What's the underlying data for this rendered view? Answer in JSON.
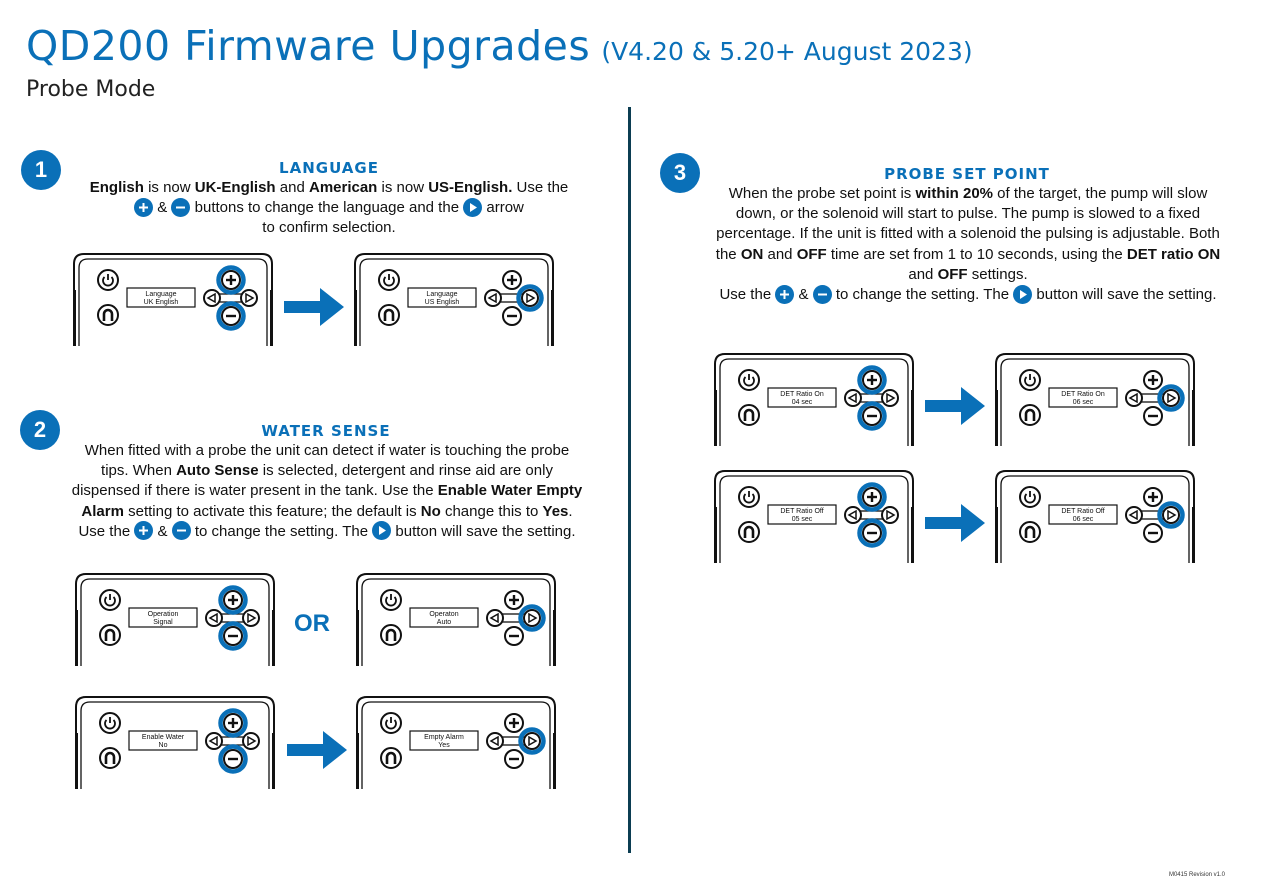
{
  "header": {
    "title": "QD200 Firmware Upgrades",
    "version": "(V4.20 & 5.20+ August 2023)",
    "subtitle": "Probe Mode"
  },
  "sections": {
    "language": {
      "number": "1",
      "heading": "LANGUAGE",
      "line1_b1": "English",
      "line1_t1": " is now ",
      "line1_b2": "UK-English",
      "line1_t2": " and ",
      "line1_b3": "American",
      "line1_t3": " is now ",
      "line1_b4": "US-English.",
      "line1_t4": " Use the",
      "line2_amp": "&",
      "line2_t1": "buttons to change the language and the",
      "line2_t2": "arrow",
      "line3": "to confirm selection."
    },
    "water_sense": {
      "number": "2",
      "heading": "WATER SENSE",
      "l1": "When fitted with a probe the unit can detect if water is touching the probe",
      "l2_t1": "tips. When ",
      "l2_b1": "Auto Sense",
      "l2_t2": " is selected, detergent and rinse aid are only",
      "l3_t1": "dispensed if there is water present in the tank. Use the ",
      "l3_b1": "Enable Water Empty",
      "l4_b1": "Alarm",
      "l4_t1": " setting to activate this feature; the default is ",
      "l4_b2": "No",
      "l4_t2": " change this to ",
      "l4_b3": "Yes",
      "l4_t3": ".",
      "l5_t1": "Use the",
      "l5_amp": "&",
      "l5_t2": "to change the setting. The",
      "l5_t3": "button will save the setting.",
      "or_label": "OR"
    },
    "probe_set_point": {
      "number": "3",
      "heading": "PROBE SET POINT",
      "l1_t1": "When the probe set point is ",
      "l1_b1": "within 20%",
      "l1_t2": " of the target, the pump will slow",
      "l2": "down, or the solenoid will start to pulse. The pump is slowed to a fixed",
      "l3": "percentage. If the unit is fitted with a solenoid the pulsing is adjustable. Both",
      "l4_t1": "the ",
      "l4_b1": "ON",
      "l4_t2": " and ",
      "l4_b2": "OFF",
      "l4_t3": " time are set from 1 to 10 seconds, using the ",
      "l4_b3": "DET ratio ON",
      "l5_t1": "and ",
      "l5_b1": "OFF",
      "l5_t2": " settings.",
      "l6_t1": "Use the",
      "l6_amp": "&",
      "l6_t2": "to change the setting. The",
      "l6_t3": "button will save the setting."
    }
  },
  "devices": {
    "lang_before": {
      "line1": "Language",
      "line2": "UK English"
    },
    "lang_after": {
      "line1": "Language",
      "line2": "US English"
    },
    "ws1": {
      "line1": "Operation",
      "line2": "Signal"
    },
    "ws2": {
      "line1": "Operaton",
      "line2": "Auto"
    },
    "ws3": {
      "line1": "Enable Water",
      "line2": "No"
    },
    "ws4": {
      "line1": "Empty Alarm",
      "line2": "Yes"
    },
    "det_on_before": {
      "line1": "DET Ratio On",
      "line2": "04 sec"
    },
    "det_on_after": {
      "line1": "DET Ratio On",
      "line2": "06 sec"
    },
    "det_off_before": {
      "line1": "DET Ratio Off",
      "line2": "05 sec"
    },
    "det_off_after": {
      "line1": "DET Ratio Off",
      "line2": "06 sec"
    }
  },
  "footer": {
    "revision": "M0415 Revision v1.0"
  },
  "colors": {
    "accent": "#0a70b8",
    "divider": "#0b3d52",
    "text": "#111111"
  },
  "icons": [
    "plus-button-icon",
    "minus-button-icon",
    "right-arrow-button-icon",
    "power-icon",
    "magnet-icon",
    "left-arrow-icon",
    "flow-arrow-icon"
  ]
}
